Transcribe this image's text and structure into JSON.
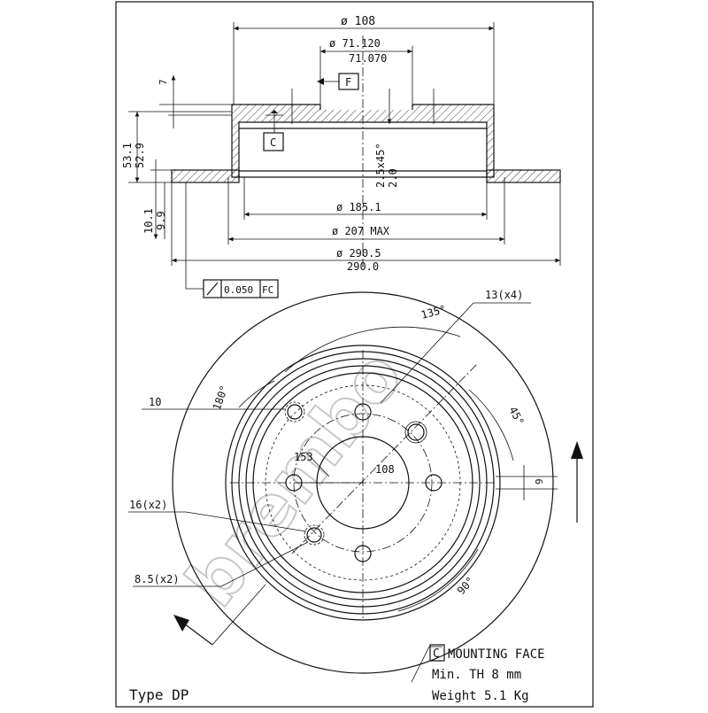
{
  "brand_watermark": "brembo",
  "dimensions": {
    "outer_top": "ø 108",
    "hub_upper": "ø 71.120",
    "hub_lower": "71.070",
    "datum_f": "F",
    "datum_c": "C",
    "left_7": "7",
    "height_upper": "53.1",
    "height_lower": "52.9",
    "thick_upper": "10.1",
    "thick_lower": "9.9",
    "step_upper": "2.5x45°",
    "step_lower": "2.0",
    "d185": "ø 185.1",
    "d207": "ø 207 MAX",
    "d290_upper": "ø 290.5",
    "d290_lower": "290.0",
    "tolerance_value": "0.050",
    "tolerance_datum": "FC",
    "holes_13": "13(x4)",
    "angle_135": "135°",
    "label_10": "10",
    "angle_180": "180°",
    "pcd_153": "153",
    "pcd_108": "108",
    "angle_45": "45°",
    "label_9": "9",
    "holes_16": "16(x2)",
    "holes_85": "8.5(x2)",
    "angle_90": "90°"
  },
  "notes": {
    "mounting_key": "C",
    "mounting_face": "MOUNTING FACE",
    "min_th": "Min. TH 8 mm",
    "weight": "Weight 5.1 Kg",
    "type": "Type DP"
  }
}
